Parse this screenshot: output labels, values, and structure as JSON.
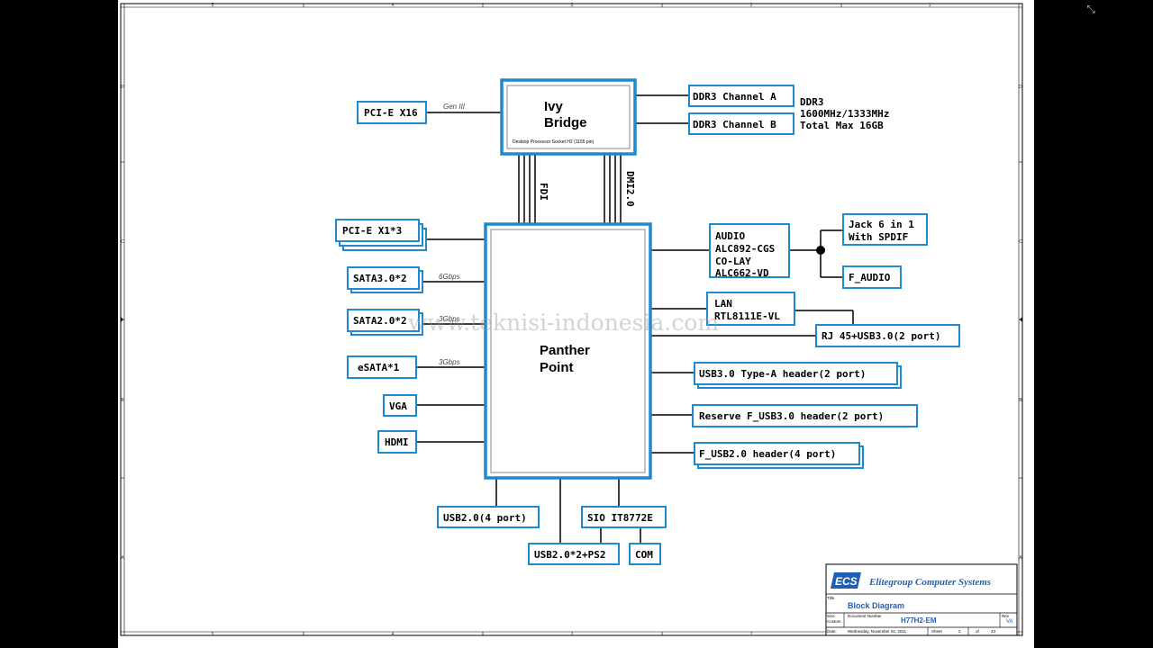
{
  "cpu": {
    "name_line1": "Ivy",
    "name_line2": "Bridge",
    "subtitle": "Desktop Processor Socket H2 (1155 pin)"
  },
  "pch": {
    "name_line1": "Panther",
    "name_line2": "Point"
  },
  "links": {
    "gen3": "Gen III",
    "fdi": "FDI",
    "dmi": "DMI2.0",
    "sata6": "6Gbps",
    "sata3a": "3Gbps",
    "sata3b": "3Gbps"
  },
  "memory": {
    "channel_a": "DDR3 Channel A",
    "channel_b": "DDR3 Channel B",
    "spec_line1": "DDR3",
    "spec_line2": "1600MHz/1333MHz",
    "spec_line3": "Total Max 16GB"
  },
  "left_blocks": {
    "pcie_x16": "PCI-E X16",
    "pcie_x1": "PCI-E X1*3",
    "sata3": "SATA3.0*2",
    "sata2": "SATA2.0*2",
    "esata": "eSATA*1",
    "vga": "VGA",
    "hdmi": "HDMI"
  },
  "audio": {
    "line1": "AUDIO",
    "line2": "ALC892-CGS",
    "line3": "CO-LAY",
    "line4": "ALC662-VD",
    "jack_line1": "Jack 6 in 1",
    "jack_line2": "With SPDIF",
    "f_audio": "F_AUDIO"
  },
  "lan": {
    "line1": "LAN",
    "line2": "RTL8111E-VL",
    "rj45": "RJ 45+USB3.0(2 port)"
  },
  "right_blocks": {
    "usb3_typea": "USB3.0 Type-A header(2 port)",
    "reserve_usb3": "Reserve F_USB3.0 header(2 port)",
    "f_usb2": "F_USB2.0 header(4 port)"
  },
  "bottom_blocks": {
    "usb2_4port": "USB2.0(4 port)",
    "sio": "SIO IT8772E",
    "usb2_ps2": "USB2.0*2+PS2",
    "com": "COM"
  },
  "watermark": "www.teknisi-indonesia.com",
  "title_block": {
    "logo": "ECS",
    "company": "Elitegroup Computer Systems",
    "title_label": "Title",
    "title": "Block Diagram",
    "size_label": "Size",
    "size_value": "Custom",
    "docnum_label": "Document Number",
    "document_number": "H77H2-EM",
    "rev_label": "Rev",
    "revision": "VA",
    "date_label": "Date:",
    "date": "Wednesday, November 02, 2011",
    "sheet_label": "Sheet",
    "sheet_number": "2",
    "of_label": "of",
    "sheet_total": "43"
  },
  "frame_ticks": {
    "top": [
      "5",
      "4",
      "3",
      "2",
      "1"
    ],
    "side": [
      "D",
      "C",
      "B",
      "A"
    ]
  },
  "colors": {
    "box_stroke": "#1e88d0",
    "watermark": "#9aa0a6",
    "logo": "#1e5fb4",
    "company": "#1e5fb4"
  }
}
